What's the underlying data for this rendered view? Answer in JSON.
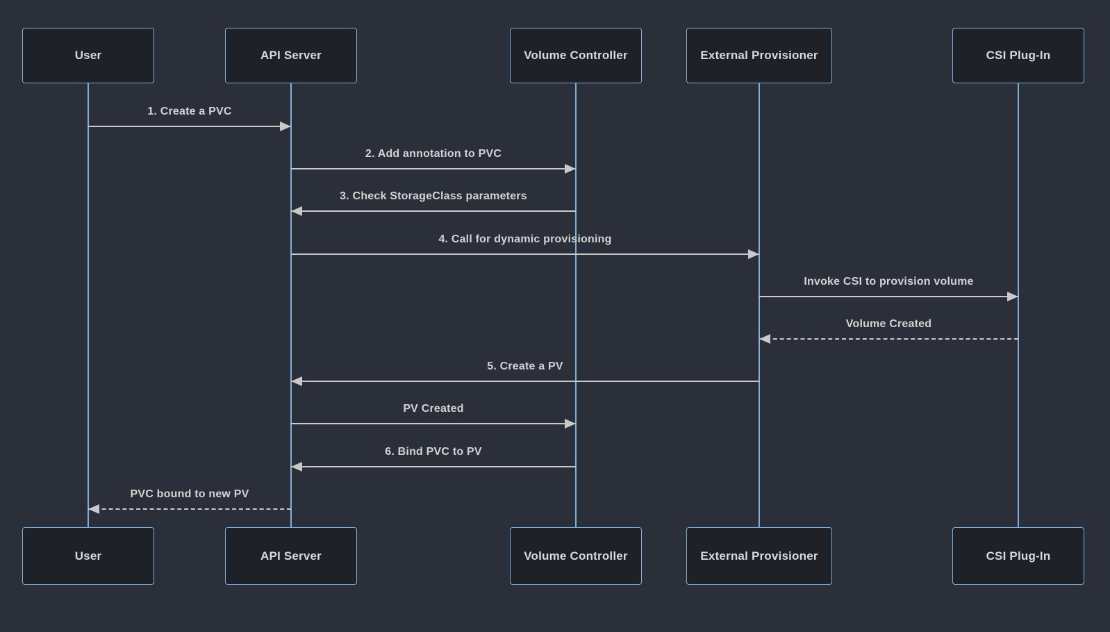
{
  "diagram": {
    "type": "sequence-diagram",
    "subject": "Kubernetes dynamic volume provisioning with CSI",
    "theme": {
      "background": "#2b2f39",
      "actor_fill": "#1e2127",
      "actor_border": "#81b1db",
      "lifeline_color": "#81b1db",
      "arrow_color": "#c9c9c9",
      "text_color": "#d3d3d3"
    },
    "actors": [
      {
        "id": "user",
        "label": "User"
      },
      {
        "id": "api-server",
        "label": "API Server"
      },
      {
        "id": "volume-controller",
        "label": "Volume Controller"
      },
      {
        "id": "external-provisioner",
        "label": "External Provisioner"
      },
      {
        "id": "csi-plugin",
        "label": "CSI Plug-In"
      }
    ],
    "messages": [
      {
        "from": "user",
        "to": "api-server",
        "label": "1. Create a PVC",
        "line": "solid"
      },
      {
        "from": "api-server",
        "to": "volume-controller",
        "label": "2. Add annotation to PVC",
        "line": "solid"
      },
      {
        "from": "volume-controller",
        "to": "api-server",
        "label": "3. Check StorageClass parameters",
        "line": "solid"
      },
      {
        "from": "api-server",
        "to": "external-provisioner",
        "label": "4. Call for dynamic provisioning",
        "line": "solid"
      },
      {
        "from": "external-provisioner",
        "to": "csi-plugin",
        "label": "Invoke CSI to provision volume",
        "line": "solid"
      },
      {
        "from": "csi-plugin",
        "to": "external-provisioner",
        "label": "Volume Created",
        "line": "dashed"
      },
      {
        "from": "external-provisioner",
        "to": "api-server",
        "label": "5. Create a PV",
        "line": "solid"
      },
      {
        "from": "api-server",
        "to": "volume-controller",
        "label": "PV Created",
        "line": "solid"
      },
      {
        "from": "volume-controller",
        "to": "api-server",
        "label": "6. Bind PVC to PV",
        "line": "solid"
      },
      {
        "from": "api-server",
        "to": "user",
        "label": "PVC bound to new PV",
        "line": "dashed"
      }
    ]
  }
}
